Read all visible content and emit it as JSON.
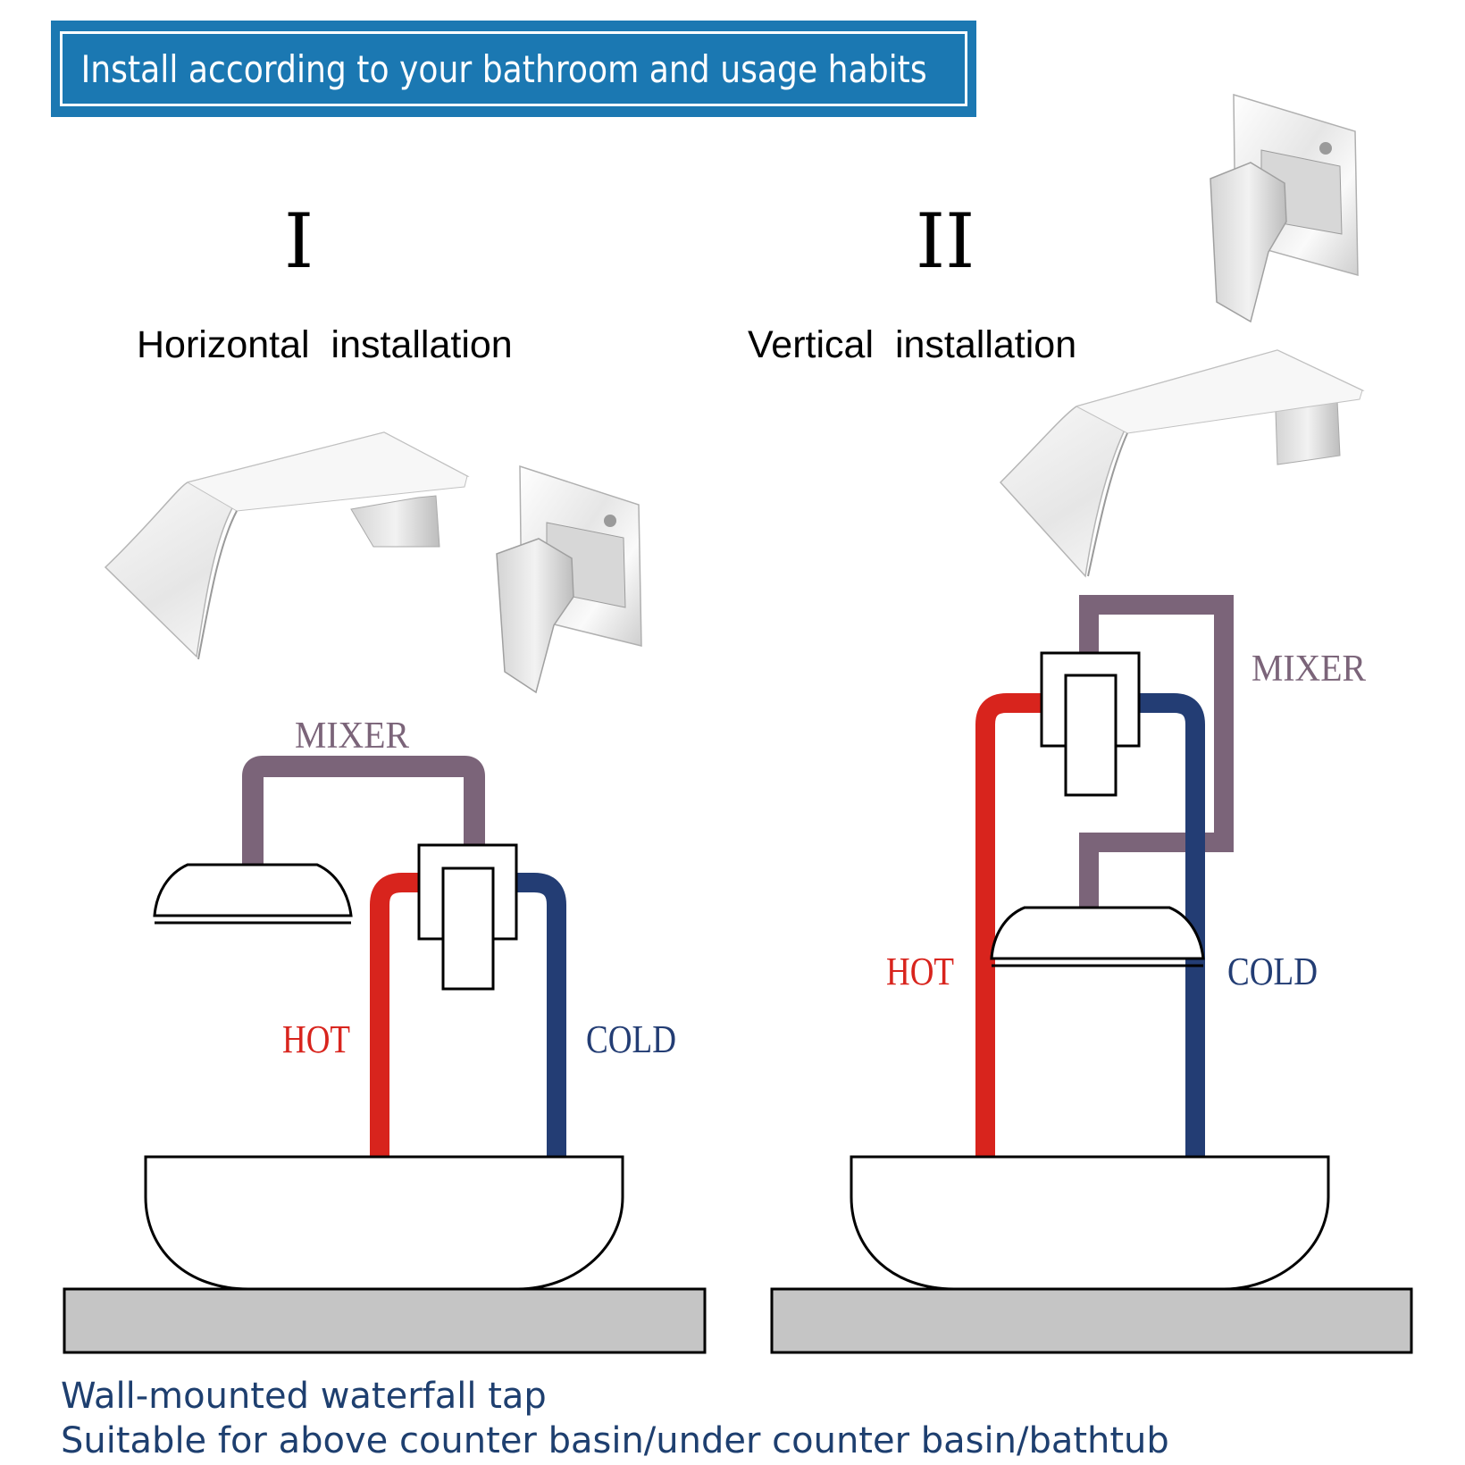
{
  "banner": {
    "text": "Install according to your bathroom and usage habits"
  },
  "panels": [
    {
      "numeral": "I",
      "title": "Horizontal  installation",
      "labels": {
        "mixer": "MIXER",
        "hot": "HOT",
        "cold": "COLD"
      }
    },
    {
      "numeral": "II",
      "title": "Vertical  installation",
      "labels": {
        "mixer": "MIXER",
        "hot": "HOT",
        "cold": "COLD"
      }
    }
  ],
  "colors": {
    "banner": "#1b78b2",
    "hot": "#d8241d",
    "cold": "#233d74",
    "mixer": "#7b6479",
    "counter": "#c5c5c5",
    "footer_text": "#1e3f6f"
  },
  "footer": {
    "line1": "Wall-mounted waterfall tap",
    "line2": "Suitable for above counter basin/under counter basin/bathtub"
  }
}
